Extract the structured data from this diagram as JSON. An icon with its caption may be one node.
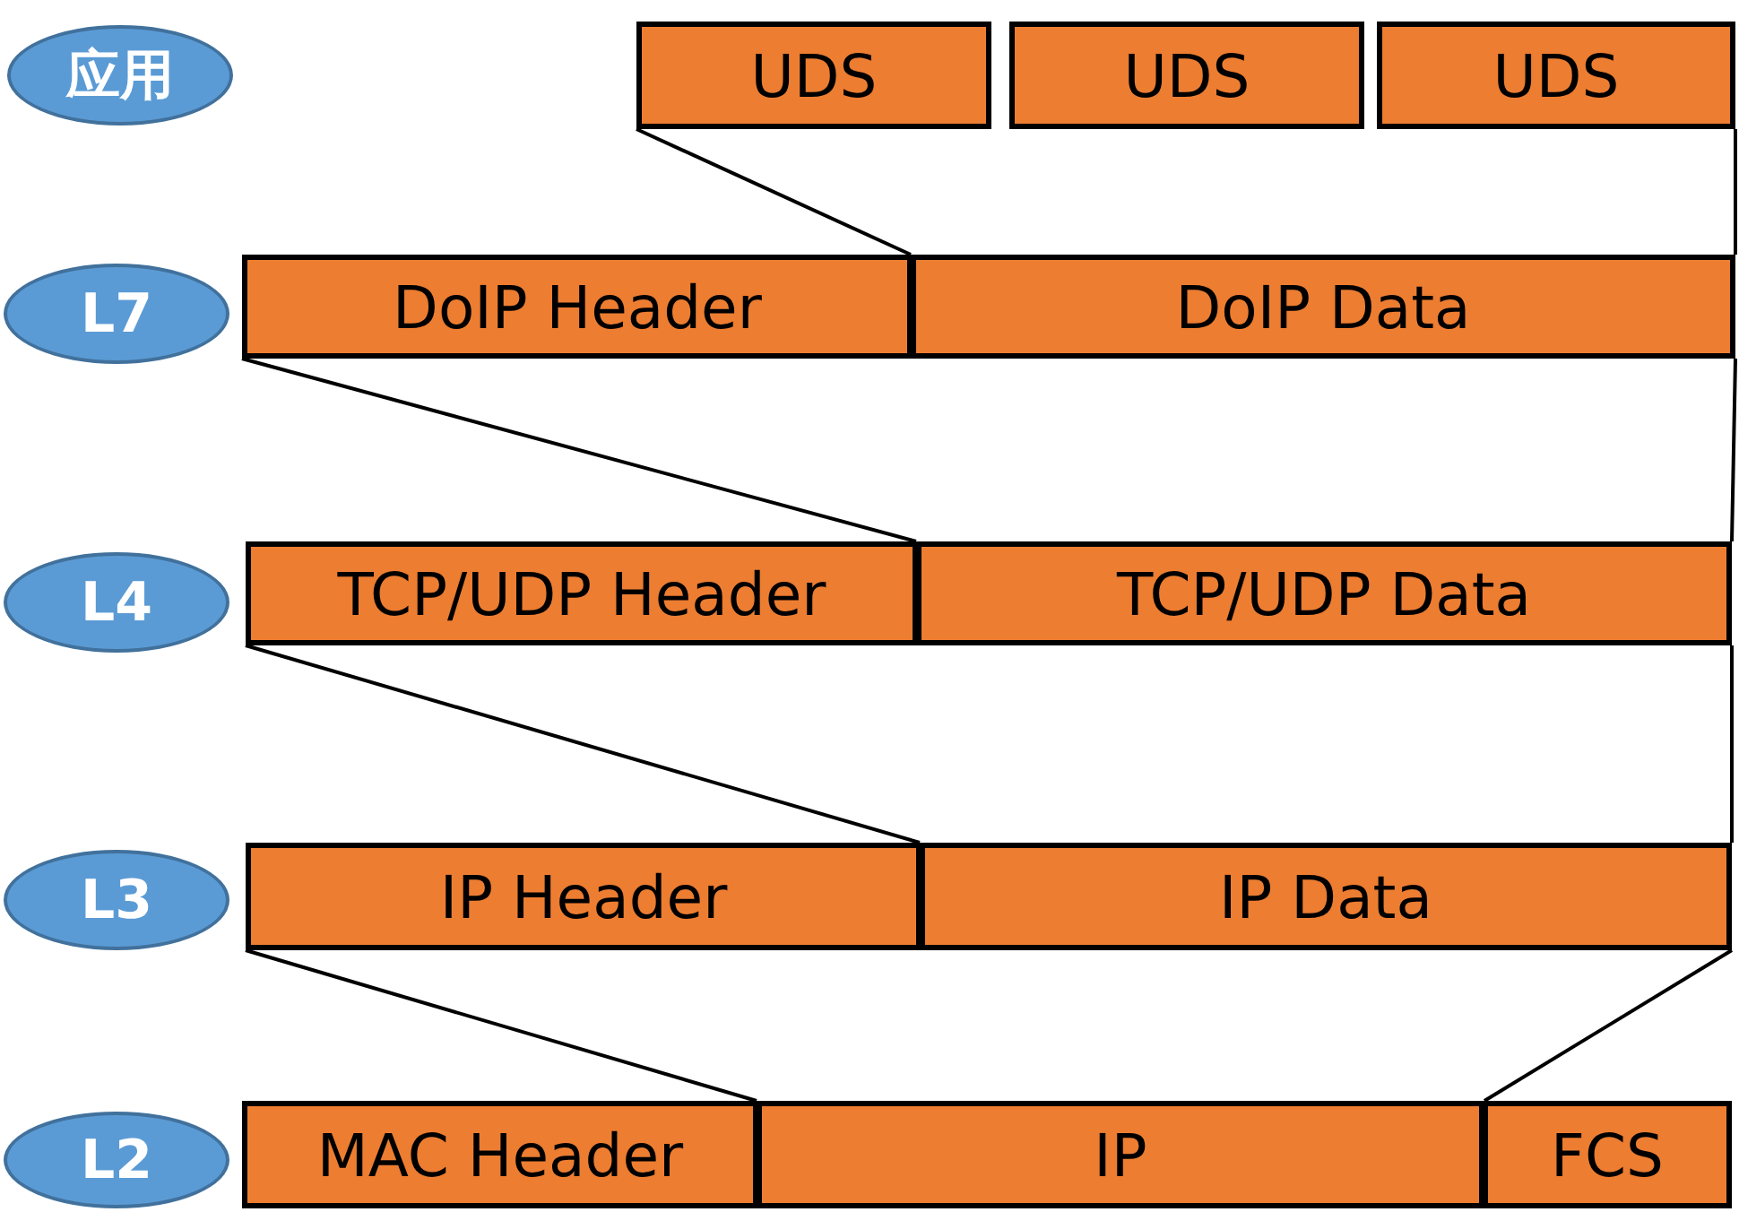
{
  "diagram": {
    "nodes": [
      {
        "text": [
          "应用"
        ]
      },
      {
        "text": [
          "UDS"
        ]
      },
      {
        "text": [
          "UDS"
        ]
      },
      {
        "text": [
          "UDS"
        ]
      },
      {
        "text": [
          "L7"
        ]
      },
      {
        "text": [
          "DoIP Header"
        ]
      },
      {
        "text": [
          "DoIP Data"
        ]
      },
      {
        "text": [
          "L4"
        ]
      },
      {
        "text": [
          "TCP/UDP Header"
        ]
      },
      {
        "text": [
          "TCP/UDP Data"
        ]
      },
      {
        "text": [
          "L3"
        ]
      },
      {
        "text": [
          "IP Header"
        ]
      },
      {
        "text": [
          "IP Data"
        ]
      },
      {
        "text": [
          "L2"
        ]
      },
      {
        "text": [
          "MAC Header"
        ]
      },
      {
        "text": [
          "IP"
        ]
      },
      {
        "text": [
          "FCS"
        ]
      }
    ],
    "edges": [
      {
        "from": 1,
        "to": 6,
        "arrow": "none"
      },
      {
        "from": 3,
        "to": 6,
        "arrow": "none"
      },
      {
        "from": 5,
        "to": 9,
        "arrow": "none"
      },
      {
        "from": 6,
        "to": 9,
        "arrow": "none"
      },
      {
        "from": 8,
        "to": 12,
        "arrow": "none"
      },
      {
        "from": 9,
        "to": 12,
        "arrow": "none"
      },
      {
        "from": 11,
        "to": 15,
        "arrow": "none"
      },
      {
        "from": 12,
        "to": 15,
        "arrow": "none"
      }
    ]
  }
}
